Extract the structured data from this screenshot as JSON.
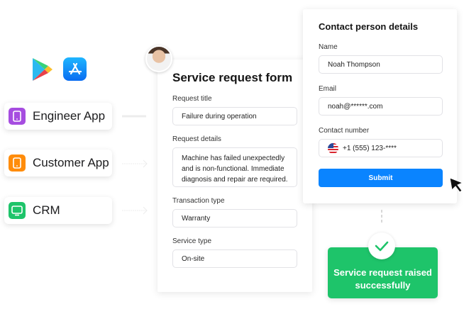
{
  "stores": {
    "icons": [
      "google-play-icon",
      "app-store-icon"
    ]
  },
  "sources": [
    {
      "label": "Engineer App",
      "icon": "phone-icon",
      "color": "#a64de0"
    },
    {
      "label": "Customer App",
      "icon": "phone-icon",
      "color": "#ff8c0a"
    },
    {
      "label": "CRM",
      "icon": "monitor-icon",
      "color": "#1ec46a"
    }
  ],
  "service_form": {
    "title": "Service request form",
    "fields": [
      {
        "label": "Request title",
        "value": "Failure during operation"
      },
      {
        "label": "Request details",
        "value": "Machine has failed unexpectedly and is non-functional. Immediate diagnosis and repair are required."
      },
      {
        "label": "Transaction type",
        "value": "Warranty"
      },
      {
        "label": "Service type",
        "value": "On-site"
      }
    ]
  },
  "contact_form": {
    "title": "Contact person details",
    "name_label": "Name",
    "name_value": "Noah Thompson",
    "email_label": "Email",
    "email_value": "noah@******.com",
    "phone_label": "Contact number",
    "phone_value": "+1 (555) 123-****",
    "submit_label": "Submit"
  },
  "success": {
    "message": "Service request raised successfully"
  },
  "colors": {
    "primary": "#0a84ff",
    "success": "#1ec46a",
    "engineer": "#a64de0",
    "customer": "#ff8c0a",
    "crm": "#1ec46a"
  }
}
